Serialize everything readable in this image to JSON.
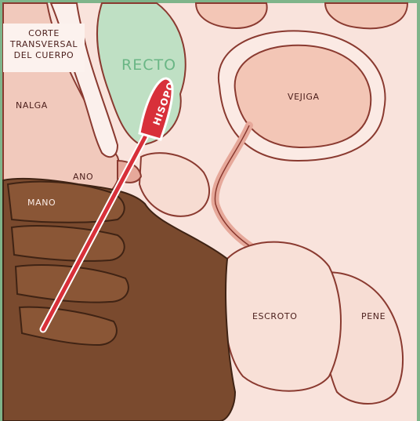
{
  "title": {
    "lines": [
      "CORTE",
      "TRANSVERSAL",
      "DEL CUERPO"
    ]
  },
  "labels": {
    "nalga": "NALGA",
    "recto": "RECTO",
    "vejiga": "VEJIGA",
    "hisopo": "HISOPO",
    "ano": "ANO",
    "mano": "MANO",
    "escroto": "ESCROTO",
    "pene": "PENE"
  },
  "colors": {
    "frame": "#7fb48a",
    "body_tissue": "#f6d6cc",
    "organ_pink": "#f3c6b6",
    "rectum_green": "#bfe0c4",
    "outline": "#8a3a30",
    "hand_skin": "#7a4a2e",
    "swab_red": "#d8303a"
  }
}
